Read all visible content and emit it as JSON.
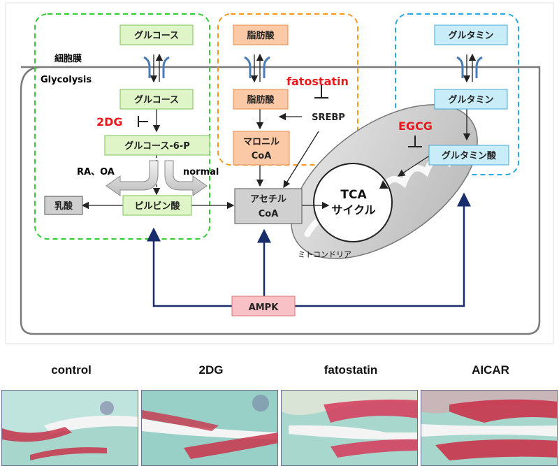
{
  "labels": {
    "membrane": "細胞膜",
    "glycolysis": "Glycolysis",
    "mitochondria": "ミトコンドリア",
    "ra_oa": "RA、OA",
    "normal": "normal"
  },
  "nodes": {
    "glucose_out": "グルコース",
    "glucose_in": "グルコース",
    "g6p": "グルコース-6-P",
    "pyruvate": "ピルビン酸",
    "lactate": "乳酸",
    "fa_out": "脂肪酸",
    "fa_in": "脂肪酸",
    "malonyl_1": "マロニル",
    "malonyl_2": "CoA",
    "srebp": "SREBP",
    "acetyl_1": "アセチル",
    "acetyl_2": "CoA",
    "tca_1": "TCA",
    "tca_2": "サイクル",
    "gln_out": "グルタミン",
    "gln_in": "グルタミン",
    "glutamate": "グルタミン酸",
    "ampk": "AMPK"
  },
  "inhibitors": {
    "two_dg": "2DG",
    "fatostatin": "fatostatin",
    "egcg": "EGCG"
  },
  "panels": [
    "control",
    "2DG",
    "fatostatin",
    "AICAR"
  ],
  "colors": {
    "glycolysis_box": "#33cc33",
    "fatty_acid_box": "#f39a1e",
    "glutamine_box": "#2aa8e0",
    "green_node": "#dff5c8",
    "orange_node": "#fcc9a6",
    "blue_node": "#c8ecf8",
    "inhibitor_text": "#e8191c",
    "ampk_arrow": "#1a2d6b",
    "ampk_node": "#f7c1c5"
  }
}
